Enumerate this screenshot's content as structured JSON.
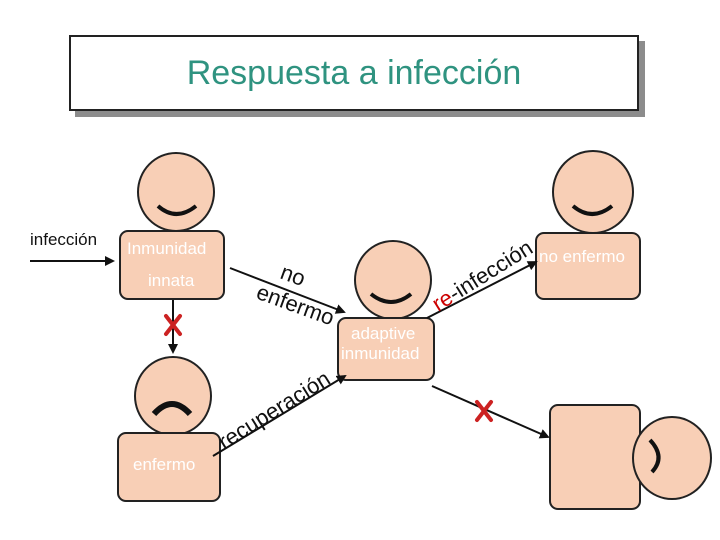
{
  "title": "Respuesta a infección",
  "labels": {
    "infection": "infección",
    "innate_line1": "Inmunidad",
    "innate_line2": "innata",
    "sick": "enfermo",
    "adaptive_line1": "adaptive",
    "adaptive_line2": "inmunidad",
    "not_sick": "no enfermo",
    "no_sick_arrow_1": "no",
    "no_sick_arrow_2": "enfermo",
    "recovery": "recuperación",
    "reinfection_prefix": "re",
    "reinfection_rest": "-infección"
  },
  "colors": {
    "title": "#2f9380",
    "skin": "#f8cfb6",
    "blocked_mark": "#cc2222",
    "reinfection_prefix": "#cc0000"
  }
}
